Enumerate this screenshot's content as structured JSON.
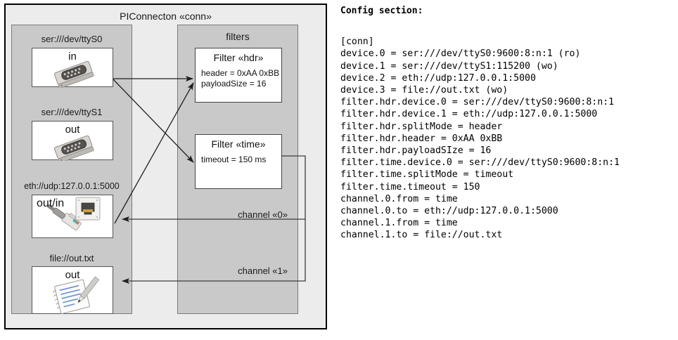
{
  "diagram": {
    "outer_title": "PIConnecton «conn»",
    "devices_panel": {
      "items": [
        {
          "label": "ser:///dev/ttyS0",
          "caption": "in",
          "icon": "serial-port-icon"
        },
        {
          "label": "ser:///dev/ttyS1",
          "caption": "out",
          "icon": "serial-port-icon"
        },
        {
          "label": "eth://udp:127.0.0.1:5000",
          "caption": "out/in",
          "icon": "ethernet-icon"
        },
        {
          "label": "file://out.txt",
          "caption": "out",
          "icon": "notepad-icon"
        }
      ]
    },
    "filters_panel": {
      "title": "filters",
      "filters": [
        {
          "title": "Filter «hdr»",
          "props": "header = 0xAA 0xBB\npayloadSize = 16"
        },
        {
          "title": "Filter «time»",
          "props": "timeout = 150 ms"
        }
      ],
      "channels": [
        {
          "label": "channel «0»"
        },
        {
          "label": "channel «1»"
        }
      ]
    }
  },
  "config": {
    "heading": "Config section:",
    "text": "[conn]\ndevice.0 = ser:///dev/ttyS0:9600:8:n:1 (ro)\ndevice.1 = ser:///dev/ttyS1:115200 (wo)\ndevice.2 = eth://udp:127.0.0.1:5000\ndevice.3 = file://out.txt (wo)\nfilter.hdr.device.0 = ser:///dev/ttyS0:9600:8:n:1\nfilter.hdr.device.1 = eth://udp:127.0.0.1:5000\nfilter.hdr.splitMode = header\nfilter.hdr.header = 0xAA 0xBB\nfilter.hdr.payloadSIze = 16\nfilter.time.device.0 = ser:///dev/ttyS0:9600:8:n:1\nfilter.time.splitMode = timeout\nfilter.time.timeout = 150\nchannel.0.from = time\nchannel.0.to = eth://udp:127.0.0.1:5000\nchannel.1.from = time\nchannel.1.to = file://out.txt"
  },
  "colors": {
    "page_bg": "#ffffff",
    "outer_panel_bg": "#ececec",
    "sub_panel_bg": "#c9c9c9",
    "card_bg": "#ffffff",
    "outline": "#000000",
    "connector": "#333333"
  }
}
